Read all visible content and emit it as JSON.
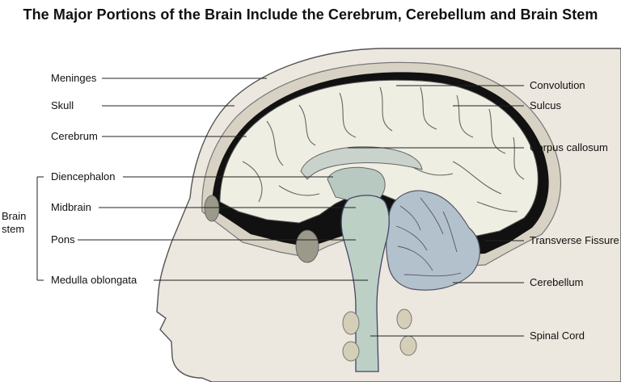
{
  "title": "The Major Portions of the Brain Include the Cerebrum, Cerebellum and Brain Stem",
  "labels": {
    "meninges": "Meninges",
    "skull": "Skull",
    "cerebrum": "Cerebrum",
    "diencephalon": "Diencephalon",
    "midbrain": "Midbrain",
    "pons": "Pons",
    "medulla": "Medulla oblongata",
    "brain_stem_line1": "Brain",
    "brain_stem_line2": "stem",
    "convolution": "Convolution",
    "sulcus": "Sulcus",
    "corpus_callosum": "Corpus callosum",
    "transverse_fissure": "Transverse Fissure",
    "cerebellum": "Cerebellum",
    "spinal_cord": "Spinal Cord"
  },
  "colors": {
    "skin": "#ece7df",
    "skull": "#d7d2c3",
    "meninges": "#111111",
    "cerebrum": "#efeee2",
    "brainstem": "#bcd0c6",
    "cerebellum": "#b3c1cc",
    "leader": "#222222"
  }
}
